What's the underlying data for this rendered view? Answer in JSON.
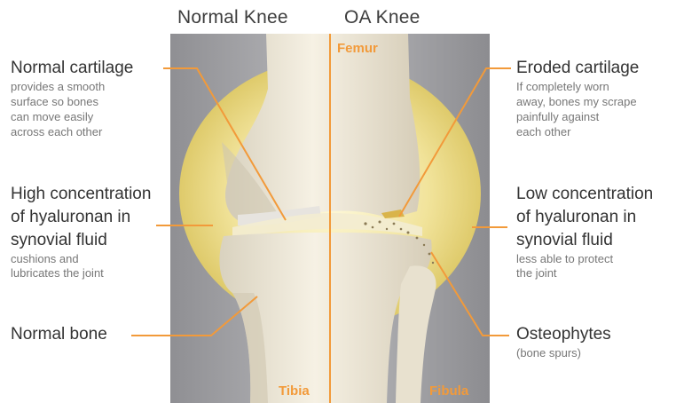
{
  "titles": {
    "left": "Normal Knee",
    "right": "OA Knee"
  },
  "image_labels": {
    "femur": "Femur",
    "tibia": "Tibia",
    "fibula": "Fibula"
  },
  "left_labels": [
    {
      "heading": "Normal cartilage",
      "detail": [
        "provides a smooth",
        "surface so bones",
        "can move easily",
        "across each other"
      ]
    },
    {
      "heading": [
        "High concentration",
        "of hyaluronan in",
        "synovial fluid"
      ],
      "detail": [
        "cushions and",
        "lubricates the joint"
      ]
    },
    {
      "heading": "Normal bone",
      "detail": []
    }
  ],
  "right_labels": [
    {
      "heading": "Eroded cartilage",
      "detail": [
        "If completely worn",
        "away, bones my scrape",
        "painfully against",
        "each other"
      ]
    },
    {
      "heading": [
        "Low concentration",
        "of hyaluronan in",
        "synovial fluid"
      ],
      "detail": [
        "less able to protect",
        "the joint"
      ]
    },
    {
      "heading": "Osteophytes",
      "detail": [
        "(bone spurs)"
      ]
    }
  ],
  "colors": {
    "accent": "#f29a3a",
    "panel": "#a9a9ac",
    "bone": "#efe8d7",
    "fluid": "#e9d77e"
  }
}
